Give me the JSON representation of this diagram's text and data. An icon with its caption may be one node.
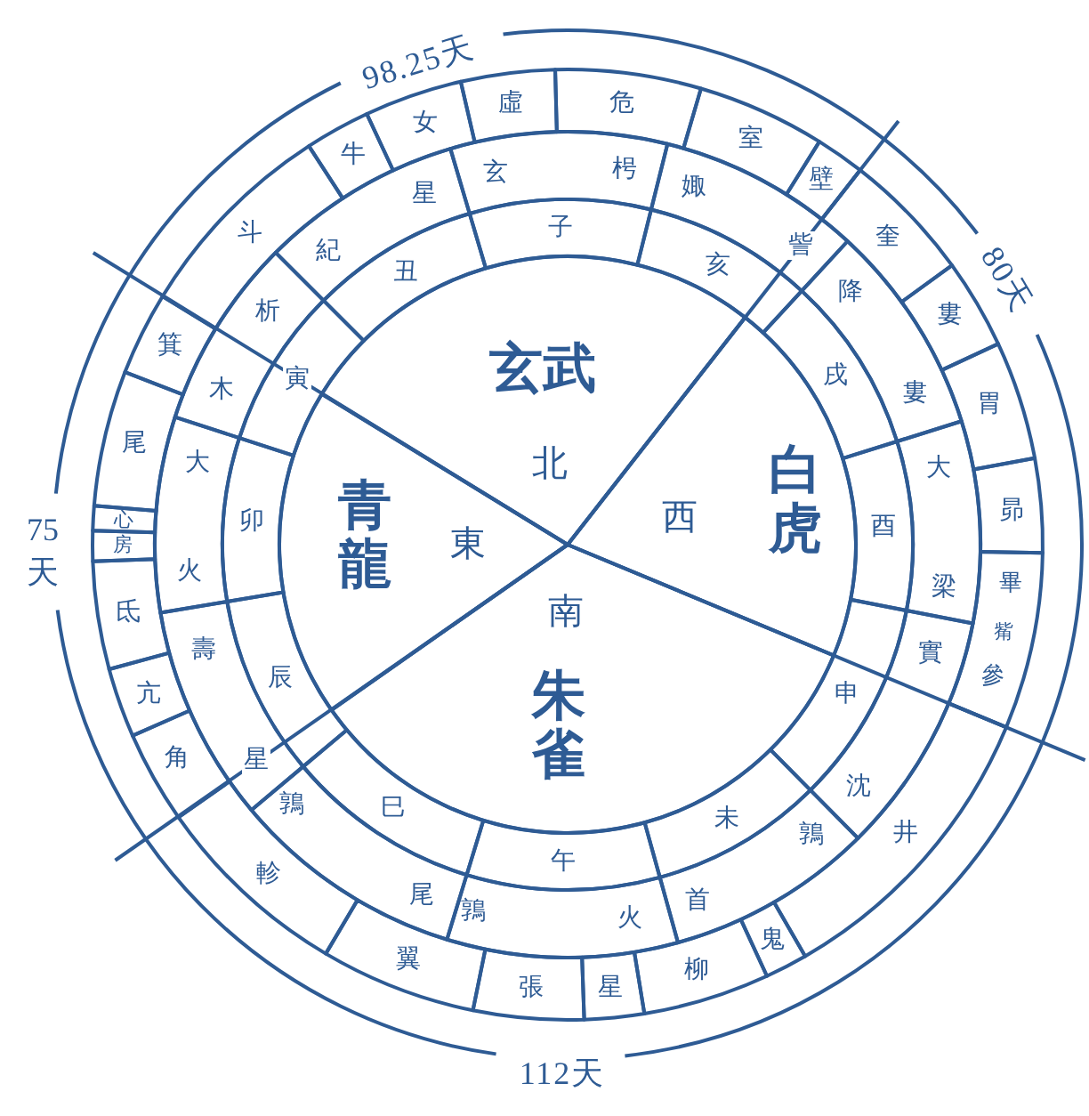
{
  "diagram": {
    "nodes": [
      {
        "text": [
          "玄武",
          "北"
        ]
      },
      {
        "text": [
          "西",
          "白虎"
        ]
      },
      {
        "text": [
          "南",
          "朱雀"
        ]
      },
      {
        "text": [
          "青龍",
          "東"
        ]
      },
      {
        "text": [
          "子"
        ]
      },
      {
        "text": [
          "亥"
        ]
      },
      {
        "text": [
          "戌"
        ]
      },
      {
        "text": [
          "酉"
        ]
      },
      {
        "text": [
          "申"
        ]
      },
      {
        "text": [
          "未"
        ]
      },
      {
        "text": [
          "午"
        ]
      },
      {
        "text": [
          "巳"
        ]
      },
      {
        "text": [
          "辰"
        ]
      },
      {
        "text": [
          "卯"
        ]
      },
      {
        "text": [
          "寅"
        ]
      },
      {
        "text": [
          "丑"
        ]
      },
      {
        "text": [
          "玄",
          "枵"
        ]
      },
      {
        "text": [
          "娵",
          "訾"
        ]
      },
      {
        "text": [
          "降",
          "婁"
        ]
      },
      {
        "text": [
          "大",
          "梁"
        ]
      },
      {
        "text": [
          "實",
          "沈"
        ]
      },
      {
        "text": [
          "鶉",
          "首"
        ]
      },
      {
        "text": [
          "鶉",
          "火"
        ]
      },
      {
        "text": [
          "鶉",
          "尾"
        ]
      },
      {
        "text": [
          "壽",
          "星"
        ]
      },
      {
        "text": [
          "大",
          "火"
        ]
      },
      {
        "text": [
          "析",
          "木"
        ]
      },
      {
        "text": [
          "星",
          "紀"
        ]
      },
      {
        "text": [
          "斗"
        ]
      },
      {
        "text": [
          "牛"
        ]
      },
      {
        "text": [
          "女"
        ]
      },
      {
        "text": [
          "虛"
        ]
      },
      {
        "text": [
          "危"
        ]
      },
      {
        "text": [
          "室"
        ]
      },
      {
        "text": [
          "壁"
        ]
      },
      {
        "text": [
          "奎"
        ]
      },
      {
        "text": [
          "婁"
        ]
      },
      {
        "text": [
          "胃"
        ]
      },
      {
        "text": [
          "昴"
        ]
      },
      {
        "text": [
          "畢",
          "觜",
          "參"
        ]
      },
      {
        "text": [
          "井"
        ]
      },
      {
        "text": [
          "鬼"
        ]
      },
      {
        "text": [
          "柳"
        ]
      },
      {
        "text": [
          "星"
        ]
      },
      {
        "text": [
          "張"
        ]
      },
      {
        "text": [
          "翼"
        ]
      },
      {
        "text": [
          "軫"
        ]
      },
      {
        "text": [
          "角"
        ]
      },
      {
        "text": [
          "亢"
        ]
      },
      {
        "text": [
          "氐"
        ]
      },
      {
        "text": [
          "房"
        ]
      },
      {
        "text": [
          "心"
        ]
      },
      {
        "text": [
          "尾"
        ]
      },
      {
        "text": [
          "箕"
        ]
      }
    ],
    "labels": [
      "98.25天",
      "80天",
      "75天",
      "112天"
    ]
  }
}
